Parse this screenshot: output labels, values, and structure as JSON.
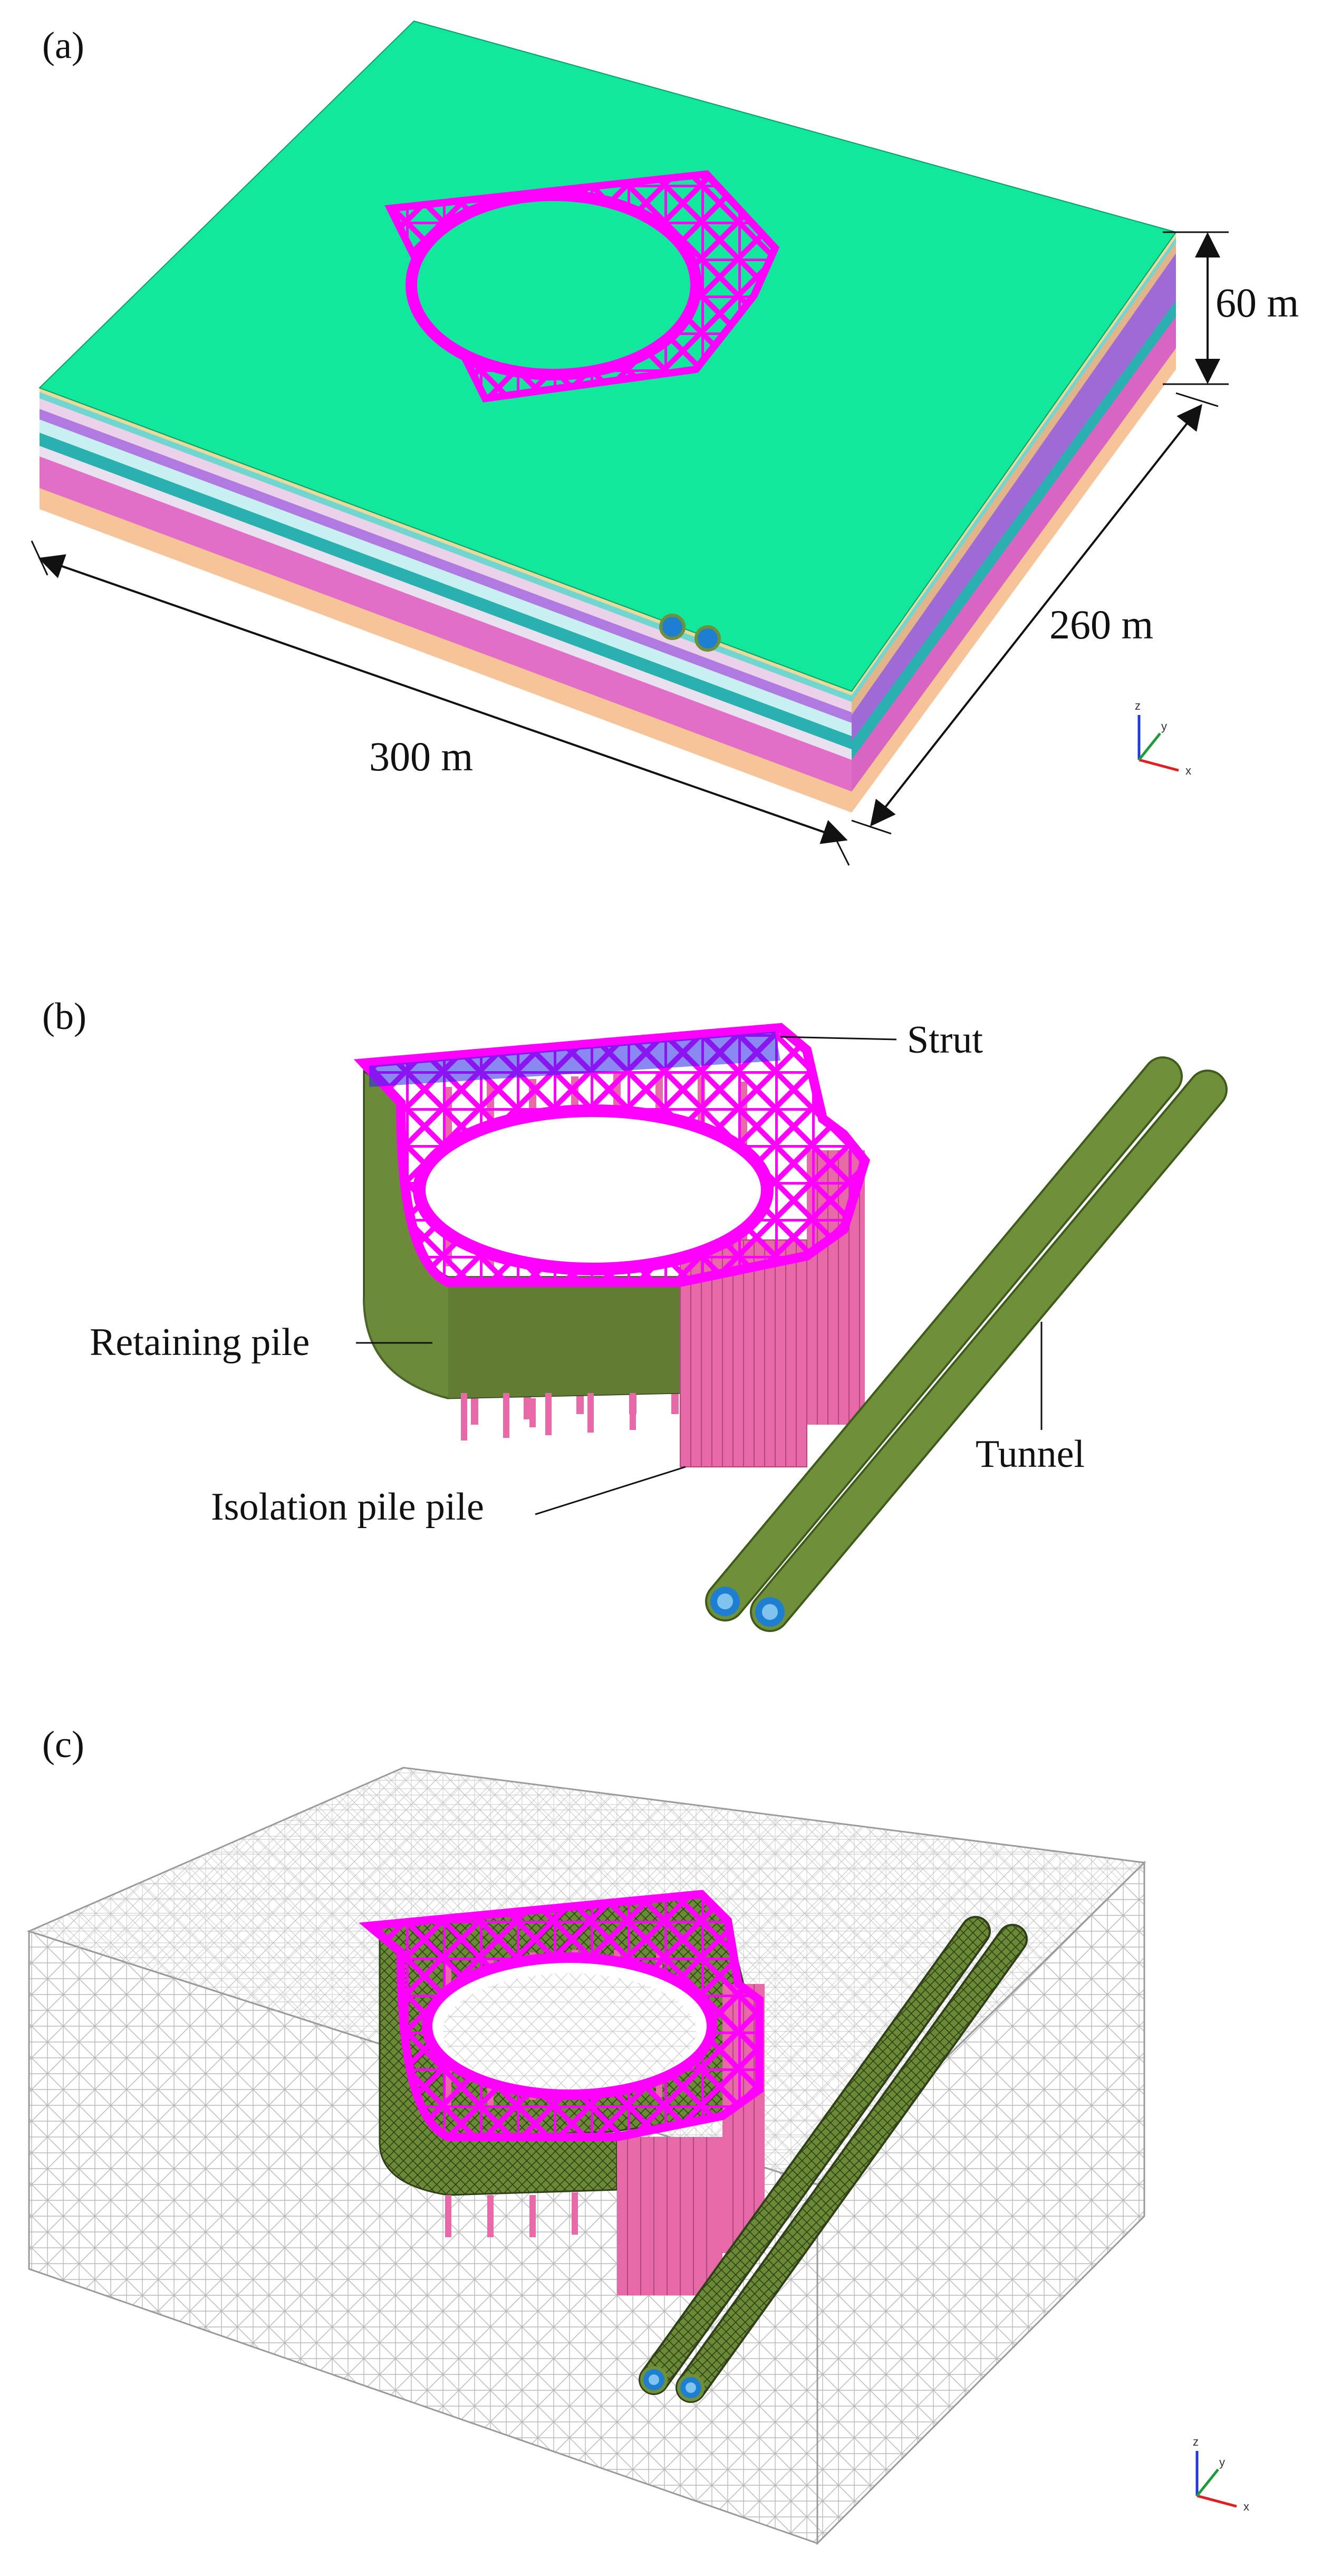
{
  "panels": [
    {
      "id": "a",
      "label": "(a)"
    },
    {
      "id": "b",
      "label": "(b)"
    },
    {
      "id": "c",
      "label": "(c)"
    }
  ],
  "dimensions": {
    "height": "60 m",
    "width": "260 m",
    "length": "300 m"
  },
  "callouts": {
    "strut": "Strut",
    "retaining_pile": "Retaining pile",
    "isolation_pile": "Isolation pile pile",
    "tunnel": "Tunnel"
  },
  "axis_triad": {
    "z": "z",
    "y": "y",
    "x": "x"
  },
  "colors": {
    "ground_top": "#12e89c",
    "strut": "#ff00ff",
    "strut_fill": "#0000ff",
    "retaining_pile": "#6b8a3a",
    "isolation_pile": "#e76aa8",
    "tunnel": "#6f9038",
    "tunnel_ring": "#1e7fd0",
    "mesh": "#b8b8b8"
  }
}
